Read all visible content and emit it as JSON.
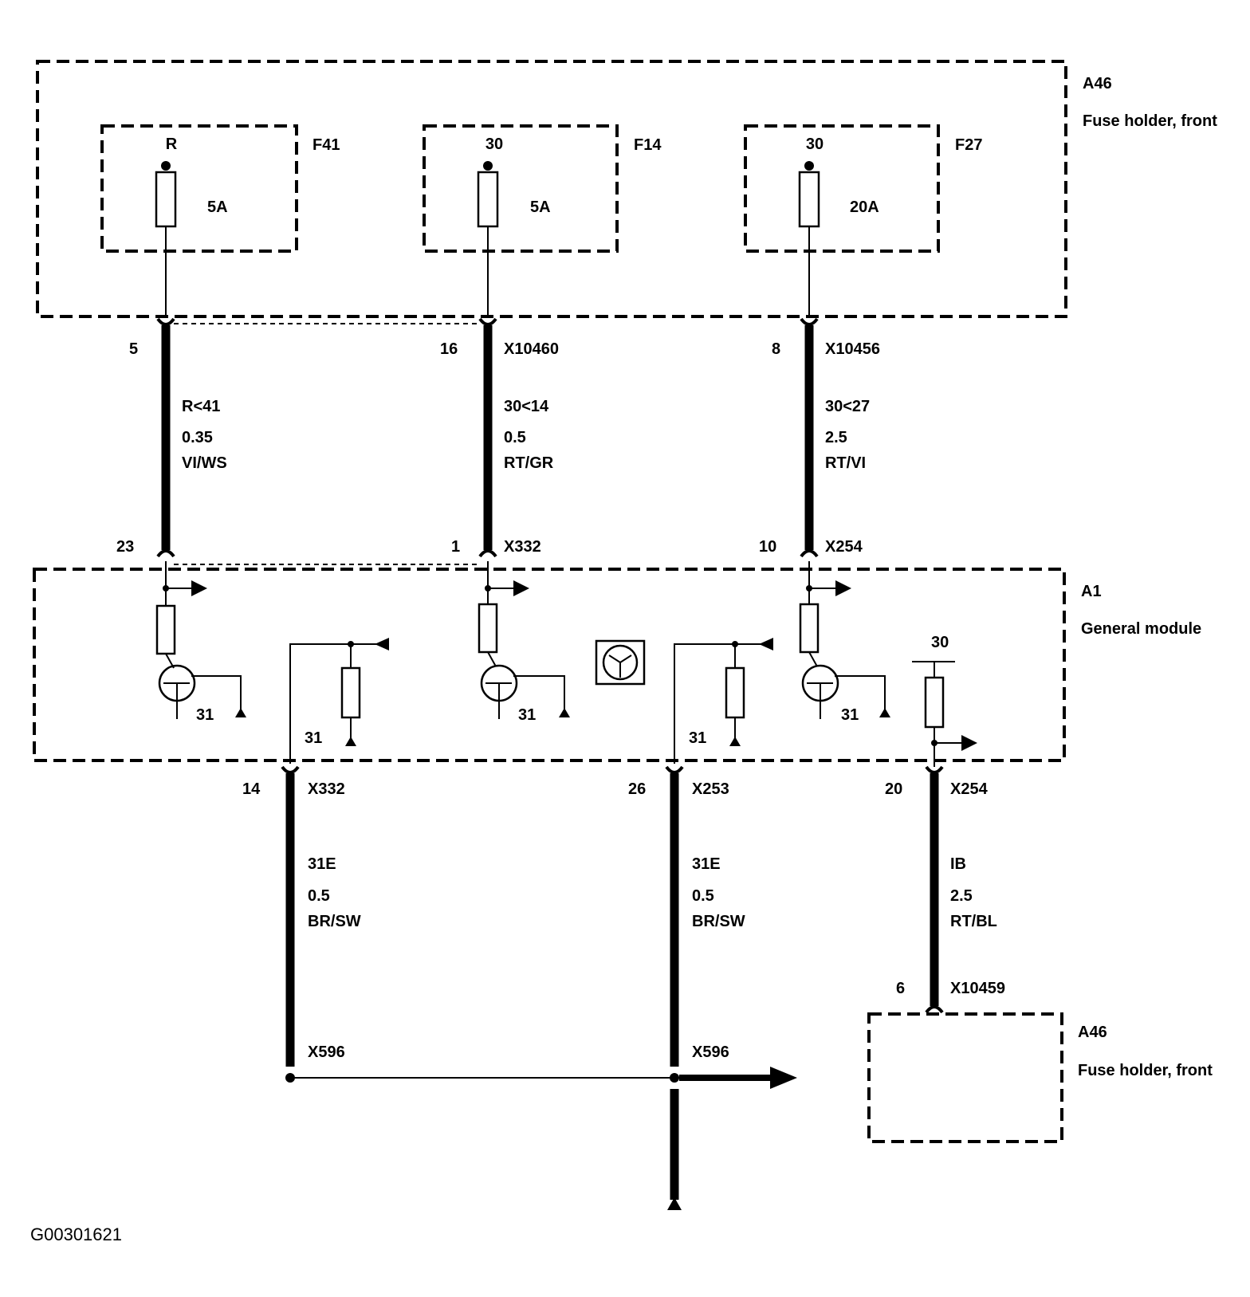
{
  "top_holder": {
    "id": "A46",
    "name": "Fuse holder, front"
  },
  "fuses": [
    {
      "id": "F41",
      "terminal": "R",
      "rating": "5A"
    },
    {
      "id": "F14",
      "terminal": "30",
      "rating": "5A"
    },
    {
      "id": "F27",
      "terminal": "30",
      "rating": "20A"
    }
  ],
  "upper_wires": [
    {
      "pin_top": "5",
      "connector_top": "",
      "circuit": "R<41",
      "size": "0.35",
      "color": "VI/WS",
      "pin_bottom": "23",
      "connector_bottom": ""
    },
    {
      "pin_top": "16",
      "connector_top": "X10460",
      "circuit": "30<14",
      "size": "0.5",
      "color": "RT/GR",
      "pin_bottom": "1",
      "connector_bottom": "X332"
    },
    {
      "pin_top": "8",
      "connector_top": "X10456",
      "circuit": "30<27",
      "size": "2.5",
      "color": "RT/VI",
      "pin_bottom": "10",
      "connector_bottom": "X254"
    }
  ],
  "module": {
    "id": "A1",
    "name": "General module",
    "supply": "30",
    "ground_labels": [
      "31",
      "31",
      "31",
      "31",
      "31"
    ]
  },
  "lower_wires": [
    {
      "pin": "14",
      "connector": "X332",
      "circuit": "31E",
      "size": "0.5",
      "color": "BR/SW",
      "splice": "X596"
    },
    {
      "pin": "26",
      "connector": "X253",
      "circuit": "31E",
      "size": "0.5",
      "color": "BR/SW",
      "splice": "X596"
    },
    {
      "pin": "20",
      "connector": "X254",
      "circuit": "IB",
      "size": "2.5",
      "color": "RT/BL",
      "end_pin": "6",
      "end_connector": "X10459"
    }
  ],
  "bottom_holder": {
    "id": "A46",
    "name": "Fuse  holder, front"
  },
  "figure_id": "G00301621"
}
